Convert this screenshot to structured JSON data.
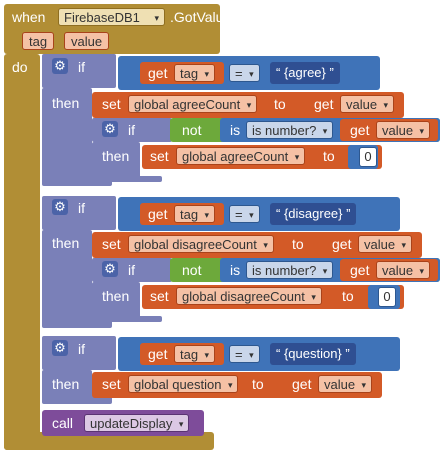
{
  "event": {
    "when": "when",
    "component": "FirebaseDB1",
    "event_name": ".GotValue",
    "param_tag": "tag",
    "param_value": "value",
    "do": "do"
  },
  "common": {
    "if": "if",
    "then": "then",
    "get": "get",
    "set": "set",
    "to": "to",
    "not": "not",
    "is_number": "is number?",
    "eq": "=",
    "tag": "tag",
    "value": "value",
    "call": "call",
    "caret": "▾",
    "zero": "0"
  },
  "blocks": [
    {
      "string": "“ {agree} ”",
      "variable": "global agreeCount"
    },
    {
      "string": "“ {disagree} ”",
      "variable": "global disagreeCount"
    },
    {
      "string": "“ {question} ”",
      "variable": "global question"
    }
  ],
  "call": {
    "procedure": "updateDisplay"
  },
  "colors": {
    "event": "#b18e35",
    "control": "#7a80b8",
    "logic": "#3f73b8",
    "variable": "#d35a27",
    "not": "#6da93b",
    "procedure": "#7e4c9a",
    "text": "#2f4f92"
  },
  "icons": {
    "mutator": "gear-icon",
    "dropdown": "chevron-down-icon"
  }
}
